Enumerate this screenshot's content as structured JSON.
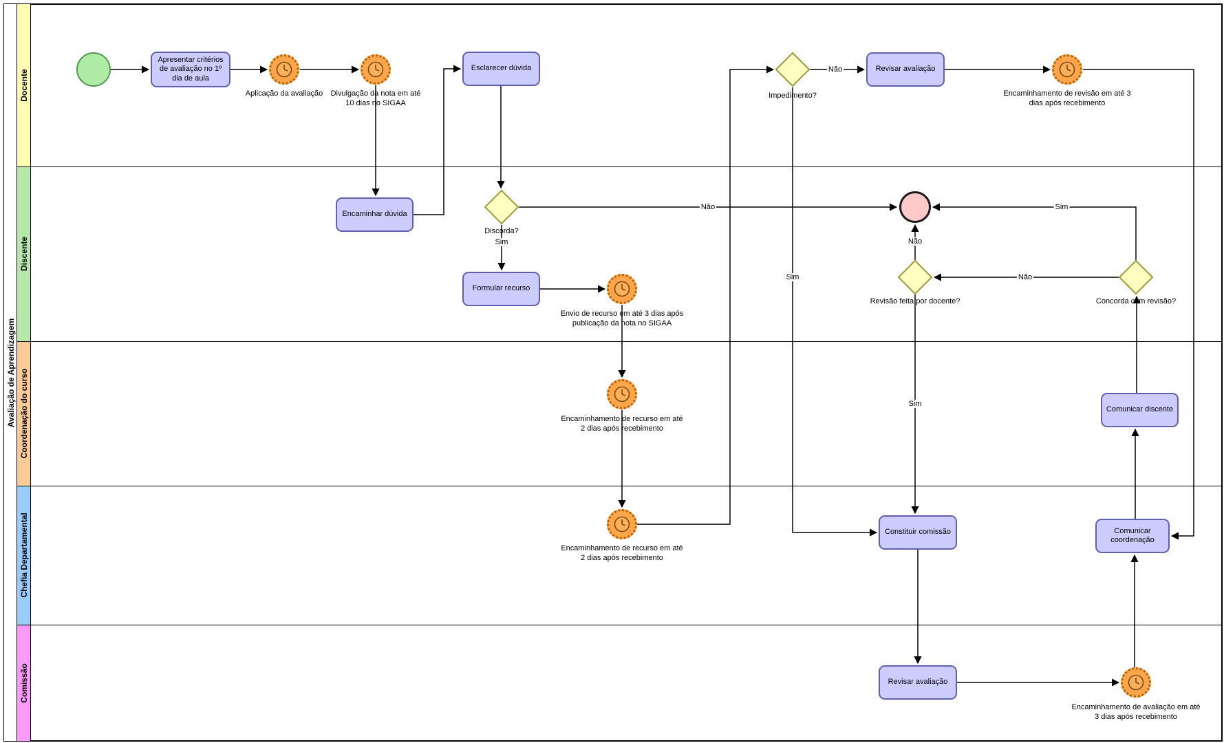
{
  "pool": {
    "label": "Avaliação de Aprendizagem"
  },
  "lanes": {
    "docente": {
      "label": "Docente",
      "color": "#ffffb3"
    },
    "discente": {
      "label": "Discente",
      "color": "#b7e8ab"
    },
    "coordenacao": {
      "label": "Coordenação do curso",
      "color": "#ffcc99"
    },
    "chefia": {
      "label": "Chefia Departamental",
      "color": "#99ccff"
    },
    "comissao": {
      "label": "Comissão",
      "color": "#fd9bfd"
    }
  },
  "nodes": {
    "task_apresentar": {
      "label": "Apresentar critérios de avaliação no 1º dia de aula"
    },
    "timer_aplicacao": {
      "label": "Aplicação da avaliação"
    },
    "timer_divulgacao": {
      "label": "Divulgação da nota em até 10 dias no SIGAA"
    },
    "task_esclarecer": {
      "label": "Esclarecer dúvida"
    },
    "gw_impedimento": {
      "label": "Impedimento?"
    },
    "task_revisar_docente": {
      "label": "Revisar avaliação"
    },
    "timer_revisao": {
      "label": "Encaminhamento de revisão em até 3 dias após recebimento"
    },
    "task_encaminhar_duvida": {
      "label": "Encaminhar dúvida"
    },
    "gw_discorda": {
      "label": "Discorda?"
    },
    "task_formular": {
      "label": "Formular recurso"
    },
    "timer_envio": {
      "label": "Envio de recurso em até 3 dias após publicação da nota no SIGAA"
    },
    "gw_revisao_docente": {
      "label": "Revisão feita por docente?"
    },
    "gw_concorda": {
      "label": "Concorda com revisão?"
    },
    "timer_recurso_coord": {
      "label": "Encaminhamento de recurso em até 2 dias após recebimento"
    },
    "task_comunicar_discente": {
      "label": "Comunicar discente"
    },
    "timer_recurso_chefia": {
      "label": "Encaminhamento de recurso em até 2 dias após recebimento"
    },
    "task_constituir": {
      "label": "Constituir comissão"
    },
    "task_comunicar_coord": {
      "label": "Comunicar coordenação"
    },
    "task_revisar_comissao": {
      "label": "Revisar avaliação"
    },
    "timer_avaliacao": {
      "label": "Encaminhamento de avaliação em até 3 dias após recebimento"
    }
  },
  "edge_labels": {
    "discorda_nao": "Não",
    "discorda_sim": "Sim",
    "impedimento_nao": "Não",
    "impedimento_sim": "Sim",
    "concorda_sim": "Sim",
    "concorda_nao": "Não",
    "revisao_nao": "Não",
    "revisao_sim": "Sim"
  },
  "colors": {
    "task_fill": "#ccccff",
    "task_border": "#6060b0",
    "gateway_fill": "#ffffbf",
    "gateway_border": "#9a9a40",
    "timer_fill": "#ffa64d",
    "timer_border": "#b36200",
    "start_fill": "#aeeca6",
    "end_fill": "#ffc9c9",
    "flow_stroke": "#000000"
  }
}
